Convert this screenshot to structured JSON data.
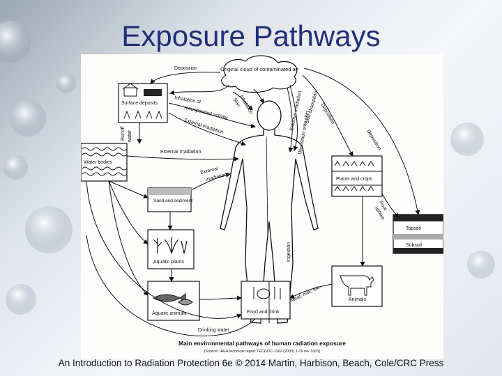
{
  "slide": {
    "title": "Exposure Pathways",
    "caption": "An Introduction to Radiation Protection 6e © 2014 Martin, Harbison, Beach, Cole/CRC Press"
  },
  "diagram": {
    "caption_title": "Main environmental pathways of human radiation exposure",
    "caption_source": "(Source: IAEA technical report TECDOC-1162 (2000) 1-19 rev 1001)",
    "nodes": {
      "cloud": "Original cloud of contaminated air",
      "surface": "Surface deposits",
      "water": "Water bodies",
      "sand": "Sand and sediment",
      "aquatic_plants": "Aquatic plants",
      "aquatic_animals": "Aquatic animals",
      "food": "Food and drink",
      "animals": "Animals",
      "plants": "Plants and crops",
      "topsoil": "Topsoil",
      "subsoil": "Subsoil"
    },
    "labels": {
      "deposition_top": "Deposition",
      "inhalation_of": "Inhalation of",
      "resuspended": "resuspended activity",
      "external_irr_1": "External irradiation",
      "external_irr_2": "External irradiation",
      "external_irr_3": "External",
      "irradiation_3": "irradiation",
      "inhalation": "Inhalation",
      "skin": "Skin",
      "external_irr_cloud": "External irradiation",
      "skin_absorption": "Skin absorption",
      "deposition_onto": "Deposition onto skin",
      "deposition_r1": "Deposition",
      "deposition_r2": "Deposition",
      "runoff": "Runoff",
      "water": "water",
      "root": "Root",
      "uptake": "uptake",
      "ingestion": "Ingestion",
      "meat": "Meat, milk, etc.",
      "drinking": "Drinking water"
    }
  }
}
